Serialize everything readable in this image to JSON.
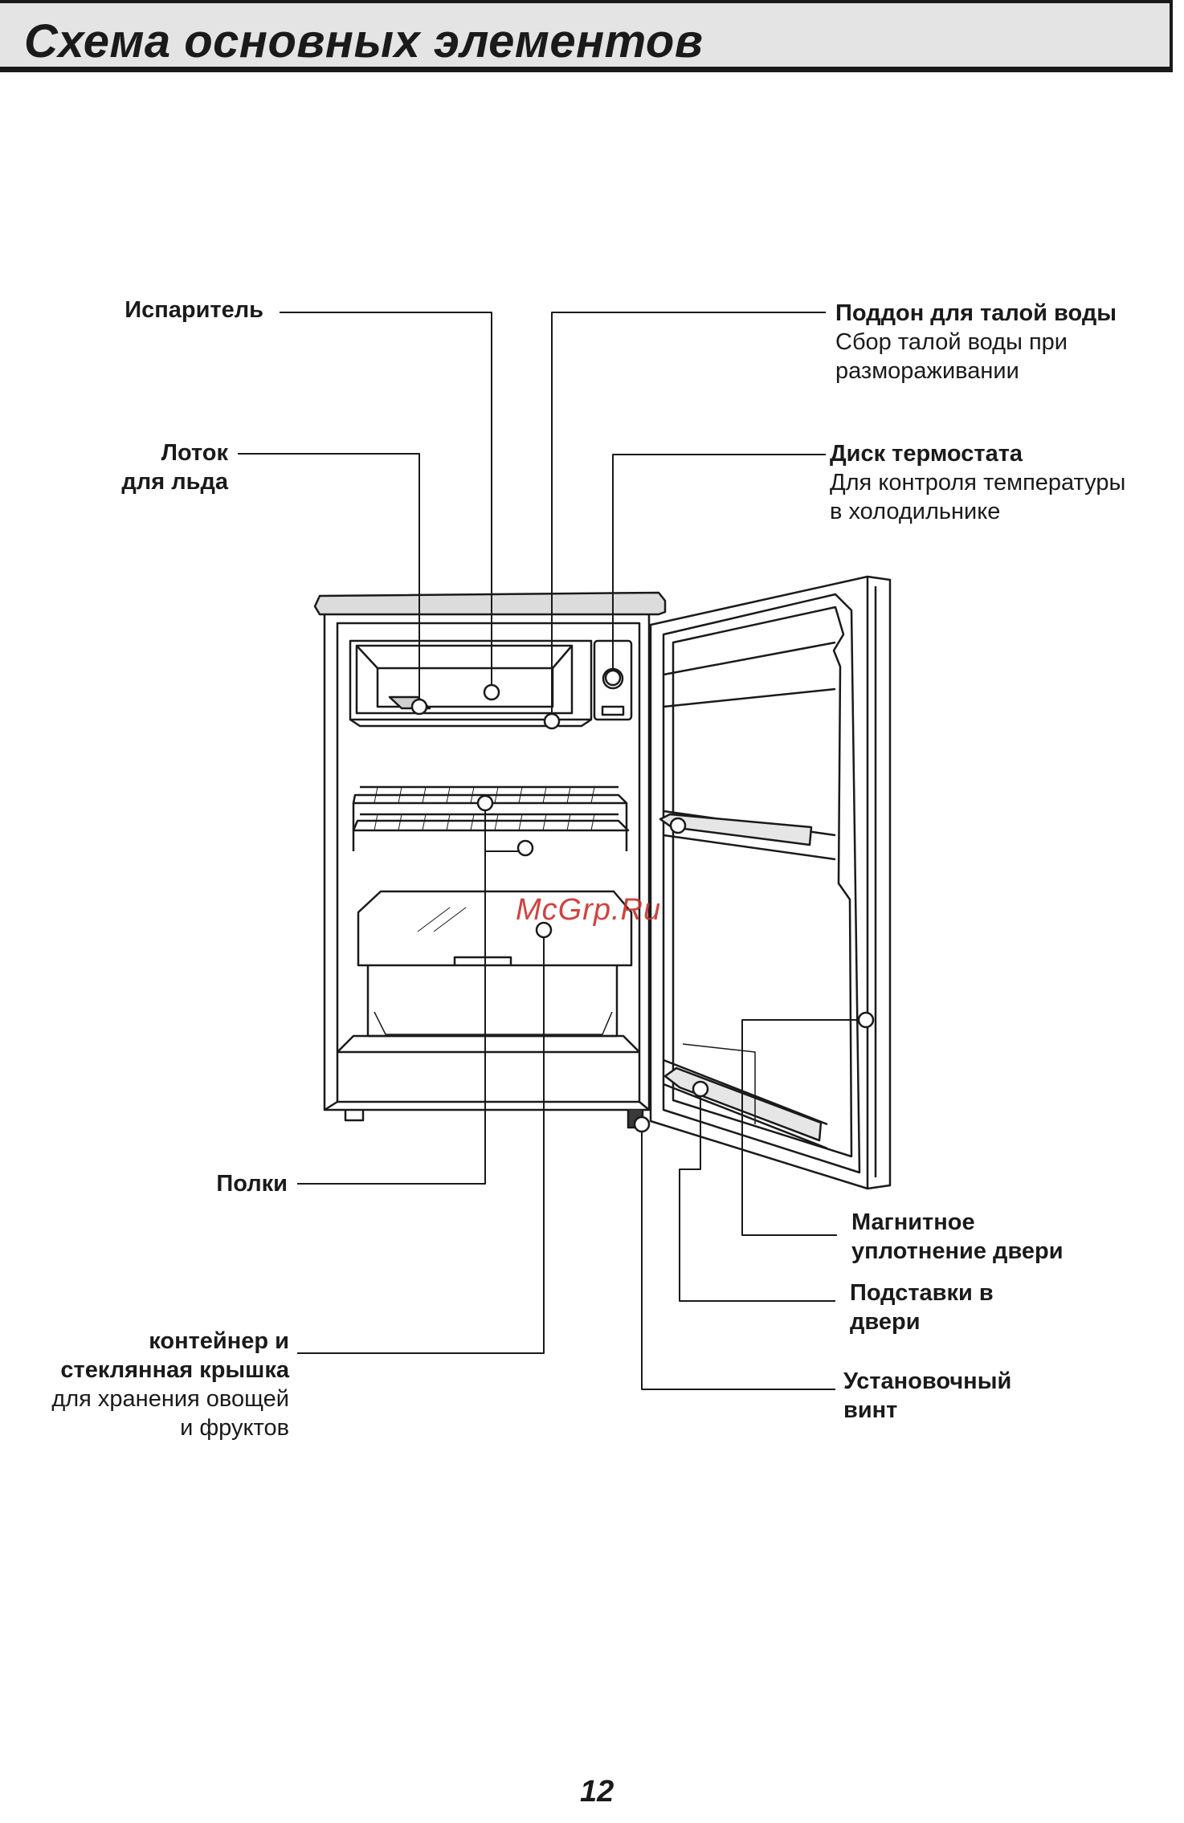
{
  "title": "Схема основных элементов",
  "watermark": "McGrp.Ru",
  "page_number": "12",
  "labels": {
    "evaporator": {
      "name": "Испаритель"
    },
    "ice_tray": {
      "line1": "Лоток",
      "line2": "для льда"
    },
    "drip_tray": {
      "name": "Поддон для талой воды",
      "desc1": "Сбор талой воды при",
      "desc2": "размораживании"
    },
    "thermostat": {
      "name": "Диск термостата",
      "desc1": "Для контроля температуры",
      "desc2": "в холодильнике"
    },
    "shelves": {
      "name": "Полки"
    },
    "crisper": {
      "line1": "контейнер и",
      "line2": "стеклянная крышка",
      "desc1": "для хранения овощей",
      "desc2": "и фруктов"
    },
    "door_gasket": {
      "line1": "Магнитное",
      "line2": "уплотнение двери"
    },
    "door_racks": {
      "line1": "Подставки в",
      "line2": "двери"
    },
    "leveling_screw": {
      "line1": "Установочный",
      "line2": "винт"
    }
  }
}
